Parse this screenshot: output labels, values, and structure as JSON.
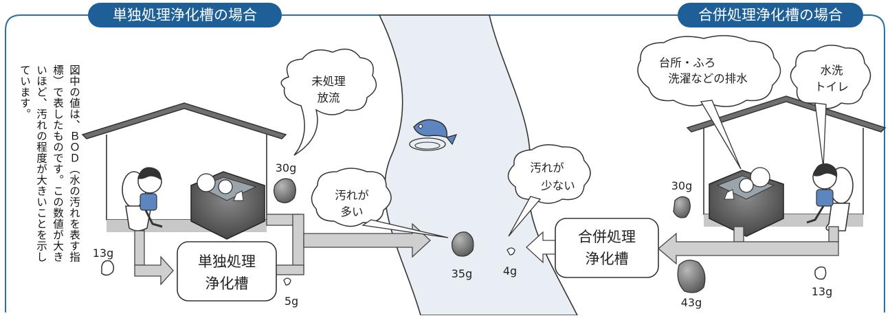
{
  "header": {
    "left_title": "単独処理浄化槽の場合",
    "right_title": "合併処理浄化槽の場合"
  },
  "note": "図中の値は、ＢＯＤ（水の汚れを表す指標）で表したものです。この数値が大きいほど、汚れの程度が大きいことを示しています。",
  "left": {
    "tank_label": [
      "単独処理",
      "浄化槽"
    ],
    "bubble_untreated": [
      "未処理",
      "放流"
    ],
    "bubble_dirty": [
      "汚れが",
      "多い"
    ],
    "values": {
      "toilet": "13g",
      "untreated": "30g",
      "tank_out": "5g",
      "river": "35g"
    }
  },
  "right": {
    "tank_label": [
      "合併処理",
      "浄化槽"
    ],
    "bubble_kitchen": [
      "台所・ふろ",
      "洗濯などの排水"
    ],
    "bubble_toilet": [
      "水洗",
      "トイレ"
    ],
    "bubble_clean": [
      "汚れが",
      "少ない"
    ],
    "values": {
      "kitchen": "30g",
      "toilet": "13g",
      "combined": "43g",
      "river": "4g"
    }
  },
  "colors": {
    "accent": "#1d5f96",
    "border": "#2c6fa6",
    "river": "#e8edf4"
  }
}
